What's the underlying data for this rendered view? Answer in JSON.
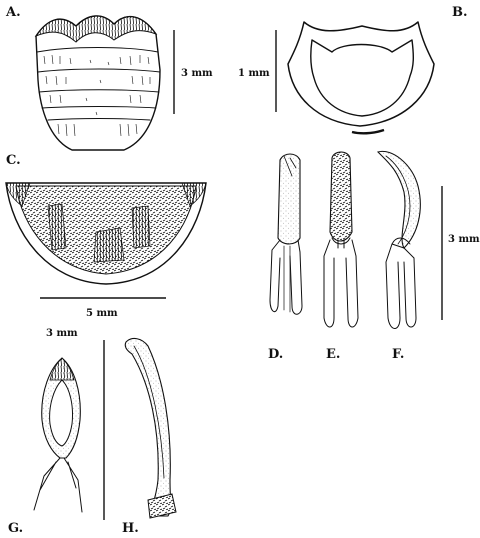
{
  "figure": {
    "panels": [
      {
        "id": "A",
        "label": "A.",
        "subject": "abdomen-dorsal-view"
      },
      {
        "id": "B",
        "label": "B.",
        "subject": "pronotum-outline"
      },
      {
        "id": "C",
        "label": "C.",
        "subject": "elytron-half-disc"
      },
      {
        "id": "D",
        "label": "D.",
        "subject": "aedeagus-dorsal"
      },
      {
        "id": "E",
        "label": "E.",
        "subject": "aedeagus-ventral"
      },
      {
        "id": "F",
        "label": "F.",
        "subject": "aedeagus-lateral"
      },
      {
        "id": "G",
        "label": "G.",
        "subject": "spiculum-gastrale"
      },
      {
        "id": "H",
        "label": "H.",
        "subject": "aedeagus-curved-lateral"
      }
    ],
    "scale_bars": [
      {
        "for": "A",
        "label": "3 mm"
      },
      {
        "for": "B",
        "label": "1 mm"
      },
      {
        "for": "C",
        "label": "5 mm"
      },
      {
        "for": "DEF",
        "label": "3 mm"
      },
      {
        "for": "GH",
        "label": "3 mm"
      }
    ],
    "ink_color": "#111111",
    "background": "#ffffff"
  }
}
